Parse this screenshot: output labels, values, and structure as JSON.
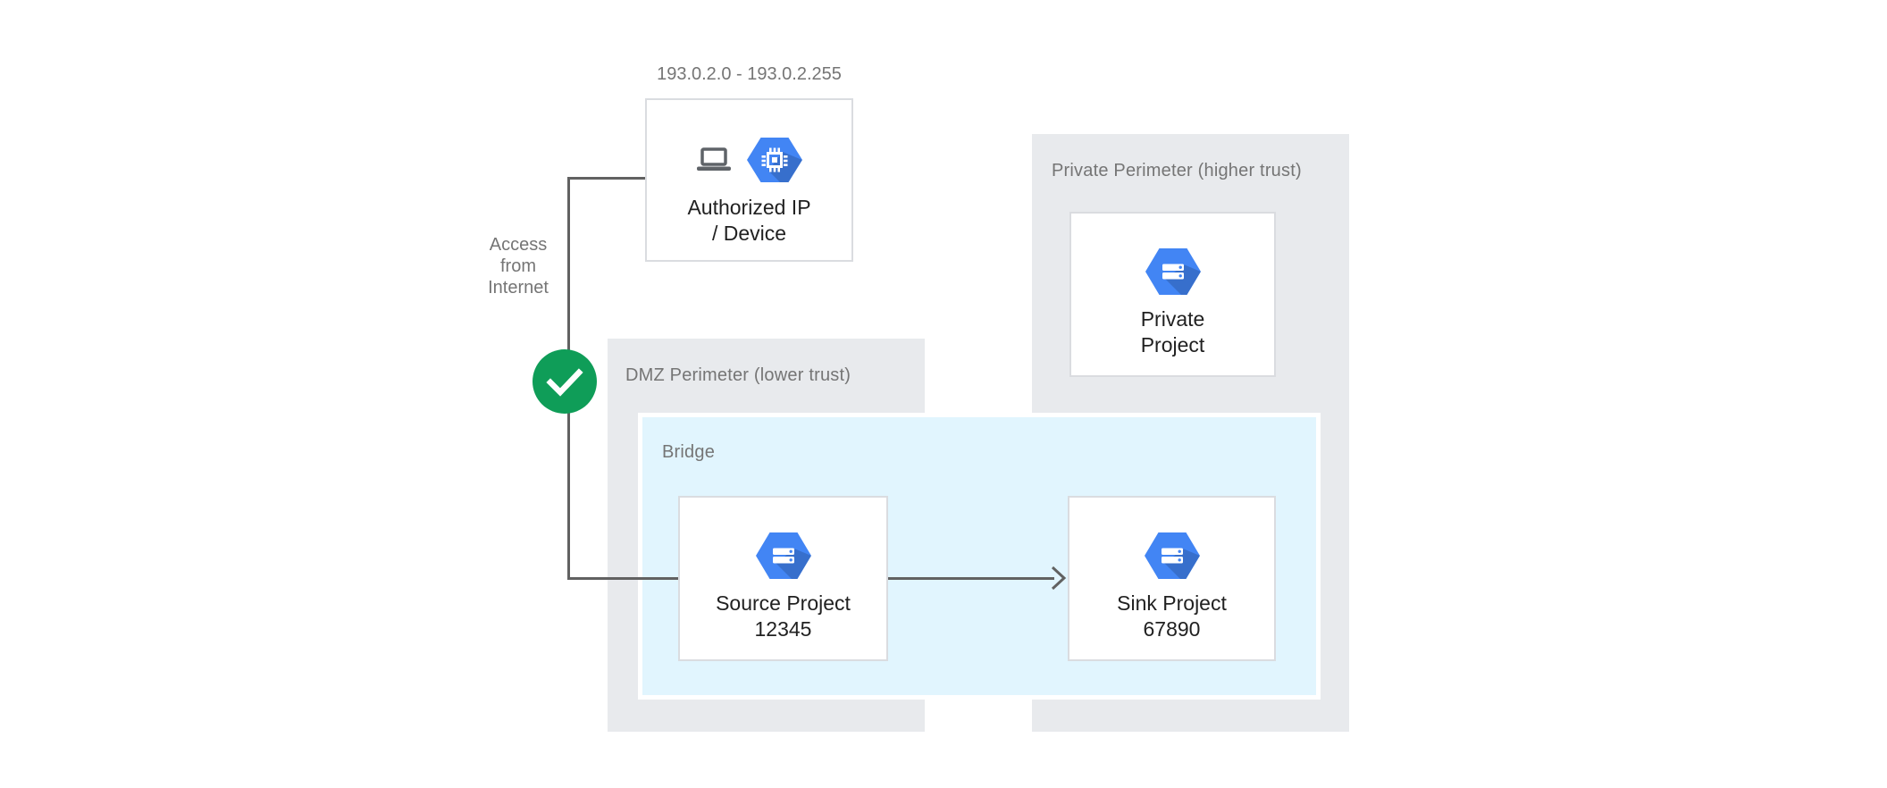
{
  "diagram": {
    "ip_range": "193.0.2.0 - 193.0.2.255",
    "authorized_device": "Authorized IP\n/ Device",
    "access_from_internet": "Access\nfrom\nInternet",
    "dmz_perimeter_label": "DMZ Perimeter (lower trust)",
    "bridge_label": "Bridge",
    "private_perimeter_label": "Private Perimeter (higher trust)",
    "private_project": "Private\nProject",
    "source_project": "Source Project\n12345",
    "sink_project": "Sink Project\n67890"
  },
  "icons": {
    "laptop": "laptop-icon",
    "compute_engine": "compute-engine-hexagon-icon",
    "project": "gcp-project-hexagon-icon",
    "check": "green-check-icon",
    "arrow": "arrow-head-icon"
  },
  "colors": {
    "gcp_blue": "#4285F4",
    "green": "#0F9D58",
    "perimeter_bg": "#E8EAED",
    "bridge_bg": "#E1F5FE",
    "node_border": "#DADCE0",
    "line": "#616161",
    "label_gray": "#757575",
    "text_dark": "#212121"
  }
}
